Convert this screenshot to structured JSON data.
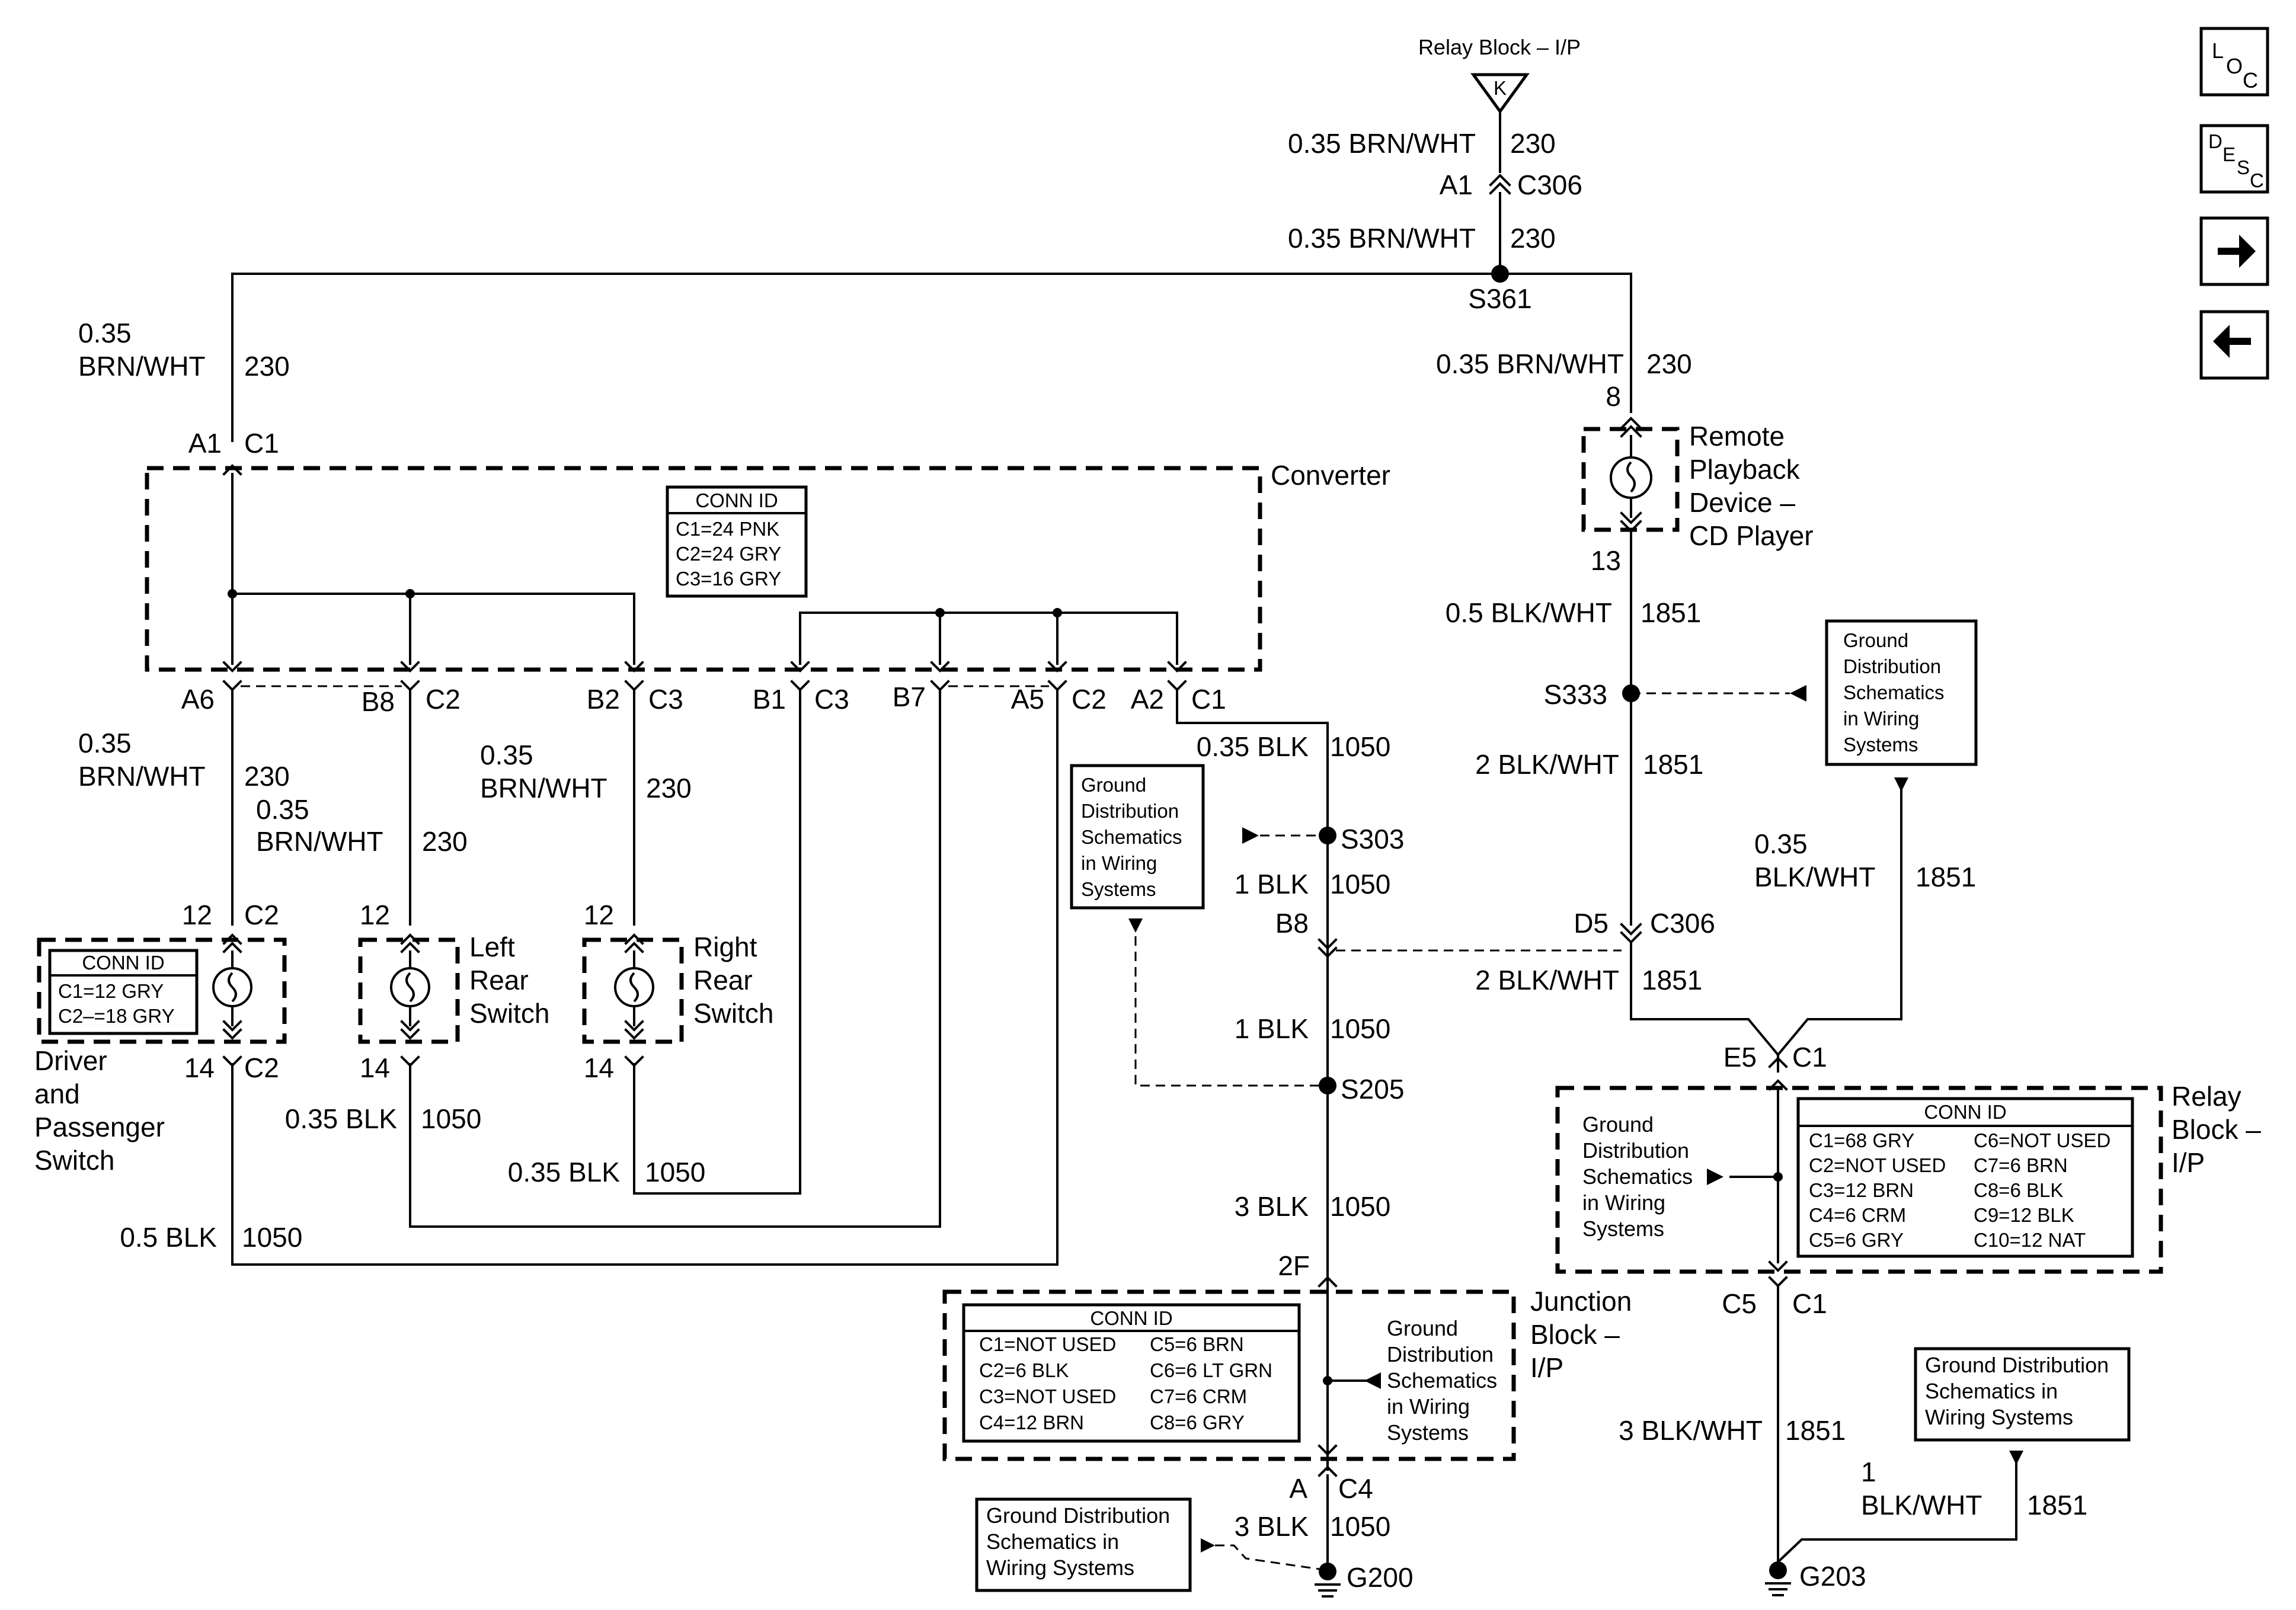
{
  "relay_top": {
    "title": "Relay Block – I/P",
    "symbol": "K"
  },
  "nav": [
    {
      "name": "loc",
      "label": "LOC",
      "glyph": "L O C"
    },
    {
      "name": "desc",
      "label": "DESC",
      "glyph": "D E S C"
    },
    {
      "name": "next",
      "label": "Next",
      "glyph": "→"
    },
    {
      "name": "prev",
      "label": "Previous",
      "glyph": "←"
    }
  ],
  "wires": {
    "top1": {
      "spec": "0.35 BRN/WHT",
      "ckt": "230"
    },
    "c306_a1": {
      "pin": "A1",
      "conn": "C306"
    },
    "top2": {
      "spec": "0.35 BRN/WHT",
      "ckt": "230"
    },
    "s361": "S361",
    "left_top": {
      "spec_a": "0.35",
      "spec_b": "BRN/WHT",
      "ckt": "230"
    },
    "right_top": {
      "spec": "0.35 BRN/WHT",
      "ckt": "230"
    },
    "pin8": "8",
    "pin13": "13",
    "rpd_out": {
      "spec": "0.5 BLK/WHT",
      "ckt": "1851"
    },
    "s333": "S333",
    "s333_down": {
      "spec": "2 BLK/WHT",
      "ckt": "1851"
    },
    "d5": {
      "pin": "D5",
      "conn": "C306"
    },
    "d5_down": {
      "spec": "2 BLK/WHT",
      "ckt": "1851"
    },
    "gd_right_wire": {
      "spec_a": "0.35",
      "spec_b": "BLK/WHT",
      "ckt": "1851"
    },
    "e5": {
      "pin": "E5",
      "conn": "C1"
    },
    "c5": {
      "pin": "C5",
      "conn": "C1"
    },
    "c5_down": {
      "spec": "3 BLK/WHT",
      "ckt": "1851"
    },
    "g203_wire": {
      "spec_a": "1",
      "spec_b": "BLK/WHT",
      "ckt": "1851"
    },
    "g203": "G203",
    "a1_c1": {
      "pin": "A1",
      "conn": "C1"
    },
    "a6": "A6",
    "b8_c2": {
      "pin": "B8",
      "conn": "C2"
    },
    "b2_c3": {
      "pin": "B2",
      "conn": "C3"
    },
    "b1_c3": {
      "pin": "B1",
      "conn": "C3"
    },
    "b7": "B7",
    "a5_c2": {
      "pin": "A5",
      "conn": "C2"
    },
    "a2_c1": {
      "pin": "A2",
      "conn": "C1"
    },
    "a6_down": {
      "spec_a": "0.35",
      "spec_b": "BRN/WHT",
      "ckt": "230"
    },
    "b8_down": {
      "spec_a": "0.35",
      "spec_b": "BRN/WHT",
      "ckt": "230"
    },
    "b2_down": {
      "spec_a": "0.35",
      "spec_b": "BRN/WHT",
      "ckt": "230"
    },
    "a2_down": {
      "spec": "0.35 BLK",
      "ckt": "1050"
    },
    "s303": "S303",
    "s303_down": {
      "spec": "1 BLK",
      "ckt": "1050"
    },
    "b8": "B8",
    "b8_below": {
      "spec": "1 BLK",
      "ckt": "1050"
    },
    "s205": "S205",
    "s205_down": {
      "spec": "3 BLK",
      "ckt": "1050"
    },
    "pin2f": "2F",
    "a_c4": {
      "pin": "A",
      "conn": "C4"
    },
    "g200_wire": {
      "spec": "3 BLK",
      "ckt": "1050"
    },
    "g200": "G200",
    "drv_12": {
      "pin": "12",
      "conn": "C2"
    },
    "drv_14": {
      "pin": "14",
      "conn": "C2"
    },
    "lr_12": "12",
    "lr_14": "14",
    "rr_12": "12",
    "rr_14": "14",
    "lr_out": {
      "spec": "0.35 BLK",
      "ckt": "1050"
    },
    "rr_out": {
      "spec": "0.35 BLK",
      "ckt": "1050"
    },
    "drv_out": {
      "spec": "0.5 BLK",
      "ckt": "1050"
    }
  },
  "components": {
    "converter": {
      "name": "Converter",
      "conn_title": "CONN ID",
      "conn": [
        "C1=24 PNK",
        "C2=24 GRY",
        "C3=16 GRY"
      ]
    },
    "remote_playback": {
      "lines": [
        "Remote",
        "Playback",
        "Device –",
        "CD Player"
      ]
    },
    "driver_switch": {
      "lines": [
        "Driver",
        "and",
        "Passenger",
        "Switch"
      ],
      "conn_title": "CONN ID",
      "conn": [
        "C1=12 GRY",
        "C2–=18 GRY"
      ]
    },
    "left_rear_switch": {
      "lines": [
        "Left",
        "Rear",
        "Switch"
      ]
    },
    "right_rear_switch": {
      "lines": [
        "Right",
        "Rear",
        "Switch"
      ]
    },
    "relay_block_ip": {
      "lines": [
        "Relay",
        "Block –",
        "I/P"
      ],
      "conn_title": "CONN ID",
      "conn_left": [
        "C1=68 GRY",
        "C2=NOT USED",
        "C3=12 BRN",
        "C4=6 CRM",
        "C5=6 GRY"
      ],
      "conn_right": [
        "C6=NOT USED",
        "C7=6 BRN",
        "C8=6 BLK",
        "C9=12 BLK",
        "C10=12 NAT"
      ]
    },
    "junction_block_ip": {
      "lines": [
        "Junction",
        "Block –",
        "I/P"
      ],
      "conn_title": "CONN ID",
      "conn_left": [
        "C1=NOT USED",
        "C2=6 BLK",
        "C3=NOT USED",
        "C4=12 BRN"
      ],
      "conn_right": [
        "C5=6 BRN",
        "C6=6 LT GRN",
        "C7=6 CRM",
        "C8=6 GRY"
      ]
    }
  },
  "ground_refs": {
    "gd1": [
      "Ground",
      "Distribution",
      "Schematics",
      "in Wiring",
      "Systems"
    ],
    "gd2": [
      "Ground",
      "Distribution",
      "Schematics",
      "in Wiring",
      "Systems"
    ],
    "gd3": [
      "Ground",
      "Distribution",
      "Schematics",
      "in Wiring",
      "Systems"
    ],
    "gd4": [
      "Ground",
      "Distribution",
      "Schematics",
      "in Wiring",
      "Systems"
    ],
    "gd5": [
      "Ground Distribution",
      "Schematics in",
      "Wiring Systems"
    ],
    "gd6": [
      "Ground Distribution",
      "Schematics in",
      "Wiring Systems"
    ]
  }
}
